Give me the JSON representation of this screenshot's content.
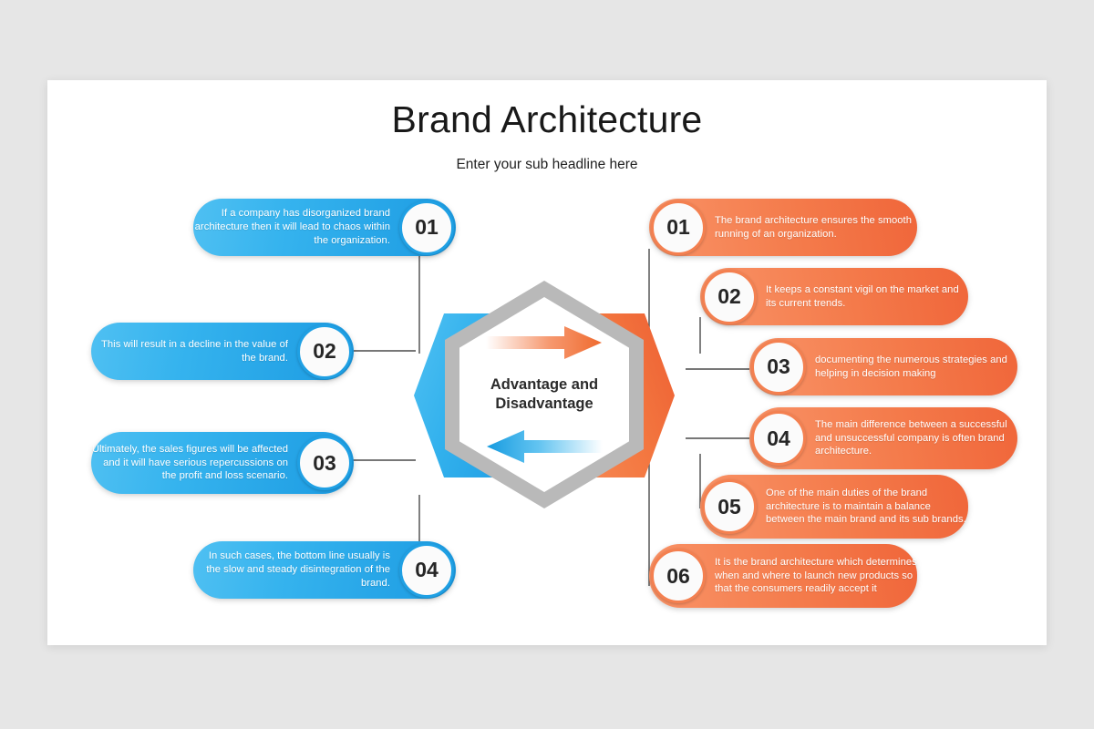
{
  "slide": {
    "title": "Brand Architecture",
    "subtitle": "Enter your sub headline here",
    "background_color": "#e6e6e6",
    "card_color": "#ffffff"
  },
  "center": {
    "label_line1": "Advantage and",
    "label_line2": "Disadvantage",
    "left_hex_label": "Disadvantage",
    "right_hex_label": "Advantage",
    "arrow_top": "right-arrow-icon",
    "arrow_bottom": "left-arrow-icon",
    "blue": "#1E9CE3",
    "orange": "#F3763F",
    "outline_gray": "#b9b9b9"
  },
  "disadvantages": [
    {
      "num": "01",
      "text": "If a company has disorganized brand architecture then it will lead to chaos within the organization."
    },
    {
      "num": "02",
      "text": "This will result in a decline in the value of the brand."
    },
    {
      "num": "03",
      "text": "Ultimately, the sales figures will be affected and it will have serious repercussions on the profit and loss scenario."
    },
    {
      "num": "04",
      "text": "In such cases, the bottom line usually is the slow and steady disintegration of the brand."
    }
  ],
  "advantages": [
    {
      "num": "01",
      "text": "The brand architecture ensures the smooth running of an organization."
    },
    {
      "num": "02",
      "text": "It keeps a constant vigil on the market and its current trends."
    },
    {
      "num": "03",
      "text": "documenting the numerous strategies and helping in decision making"
    },
    {
      "num": "04",
      "text": "The main difference between a successful and unsuccessful company is often brand architecture."
    },
    {
      "num": "05",
      "text": "One of the main duties of the brand architecture is to maintain a balance between the main brand and its sub brands."
    },
    {
      "num": "06",
      "text": "It is the brand architecture which determines when and where to launch new products so that the consumers readily accept it"
    }
  ]
}
